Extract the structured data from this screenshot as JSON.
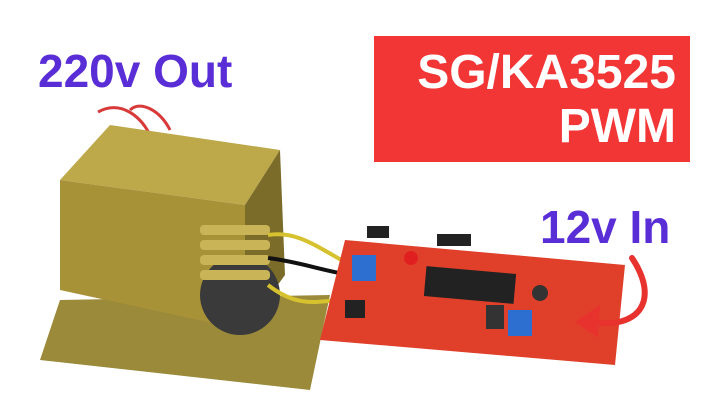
{
  "labels": {
    "output": "220v Out",
    "input": "12v In",
    "title_line1": "SG/KA3525",
    "title_line2": "PWM"
  },
  "colors": {
    "label_text": "#5a2ed6",
    "title_box": "#f23636",
    "title_text": "#ffffff",
    "pcb": "#e0402a",
    "arrow": "#e8322e"
  }
}
